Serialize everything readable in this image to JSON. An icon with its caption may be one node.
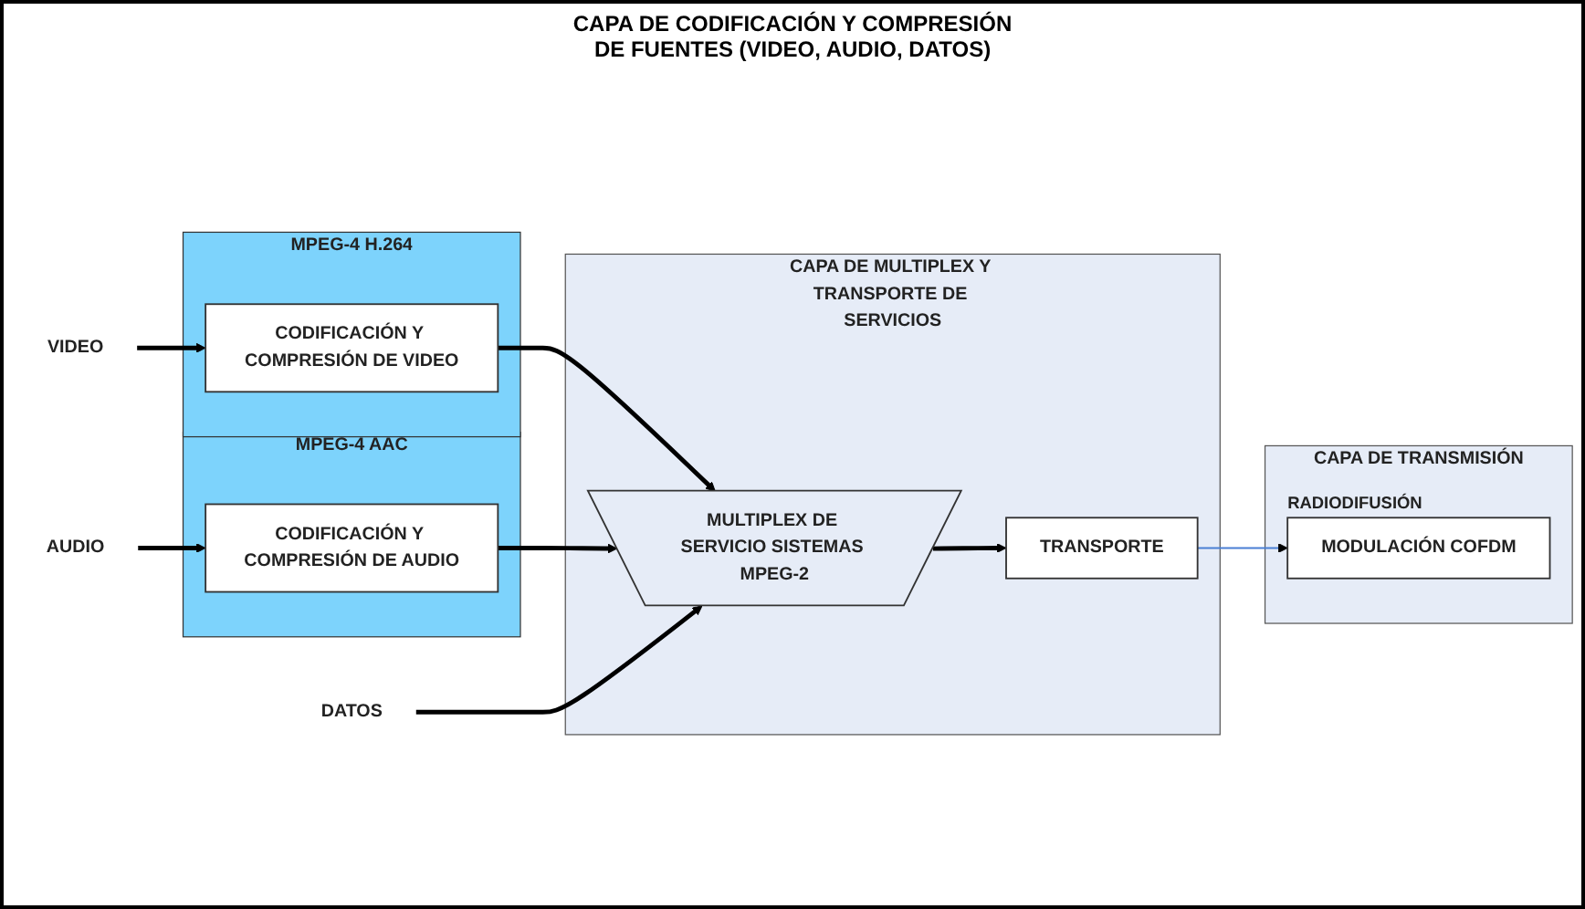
{
  "diagram": {
    "nodes": [
      {
        "text": [
          "VIDEO"
        ]
      },
      {
        "text": [
          "MPEG-4 H.264"
        ]
      },
      {
        "text": [
          "CODIFICACIÓN Y COMPRESIÓN DE VIDEO"
        ],
        "in": 1
      },
      {
        "text": [
          "AUDIO"
        ]
      },
      {
        "text": [
          "MPEG-4 AAC"
        ]
      },
      {
        "text": [
          "CODIFICACIÓN Y COMPRESIÓN DE AUDIO"
        ],
        "in": 4
      },
      {
        "text": [
          "DATOS"
        ]
      },
      {
        "text": [
          "CAPA DE MULTIPLEX Y TRANSPORTE DE SERVICIOS"
        ]
      },
      {
        "text": [
          "MULTIPLEX DE SERVICIO SISTEMAS MPEG-2"
        ],
        "in": 7
      },
      {
        "text": [
          "TRANSPORTE"
        ],
        "in": 7
      },
      {
        "text": [
          "CAPA DE TRANSMISIÓN"
        ]
      },
      {
        "text": [
          "MODULACIÓN COFDM"
        ],
        "in": 10,
        "beside": [
          "RADIODIFUSIÓN"
        ]
      }
    ],
    "edges": [
      {
        "from": 0,
        "to": 2,
        "arrow": "to"
      },
      {
        "from": 2,
        "to": 8,
        "arrow": "to"
      },
      {
        "from": 3,
        "to": 5,
        "arrow": "to"
      },
      {
        "from": 5,
        "to": 8,
        "arrow": "to"
      },
      {
        "from": 6,
        "to": 8,
        "arrow": "to"
      },
      {
        "from": 8,
        "to": 9,
        "arrow": "to"
      },
      {
        "from": 9,
        "to": 11,
        "arrow": "to",
        "color": "#4a7fd4"
      }
    ],
    "labels": [
      "CAPA DE CODIFICACIÓN Y COMPRESIÓN DE FUENTES (VIDEO, AUDIO, DATOS)"
    ]
  }
}
